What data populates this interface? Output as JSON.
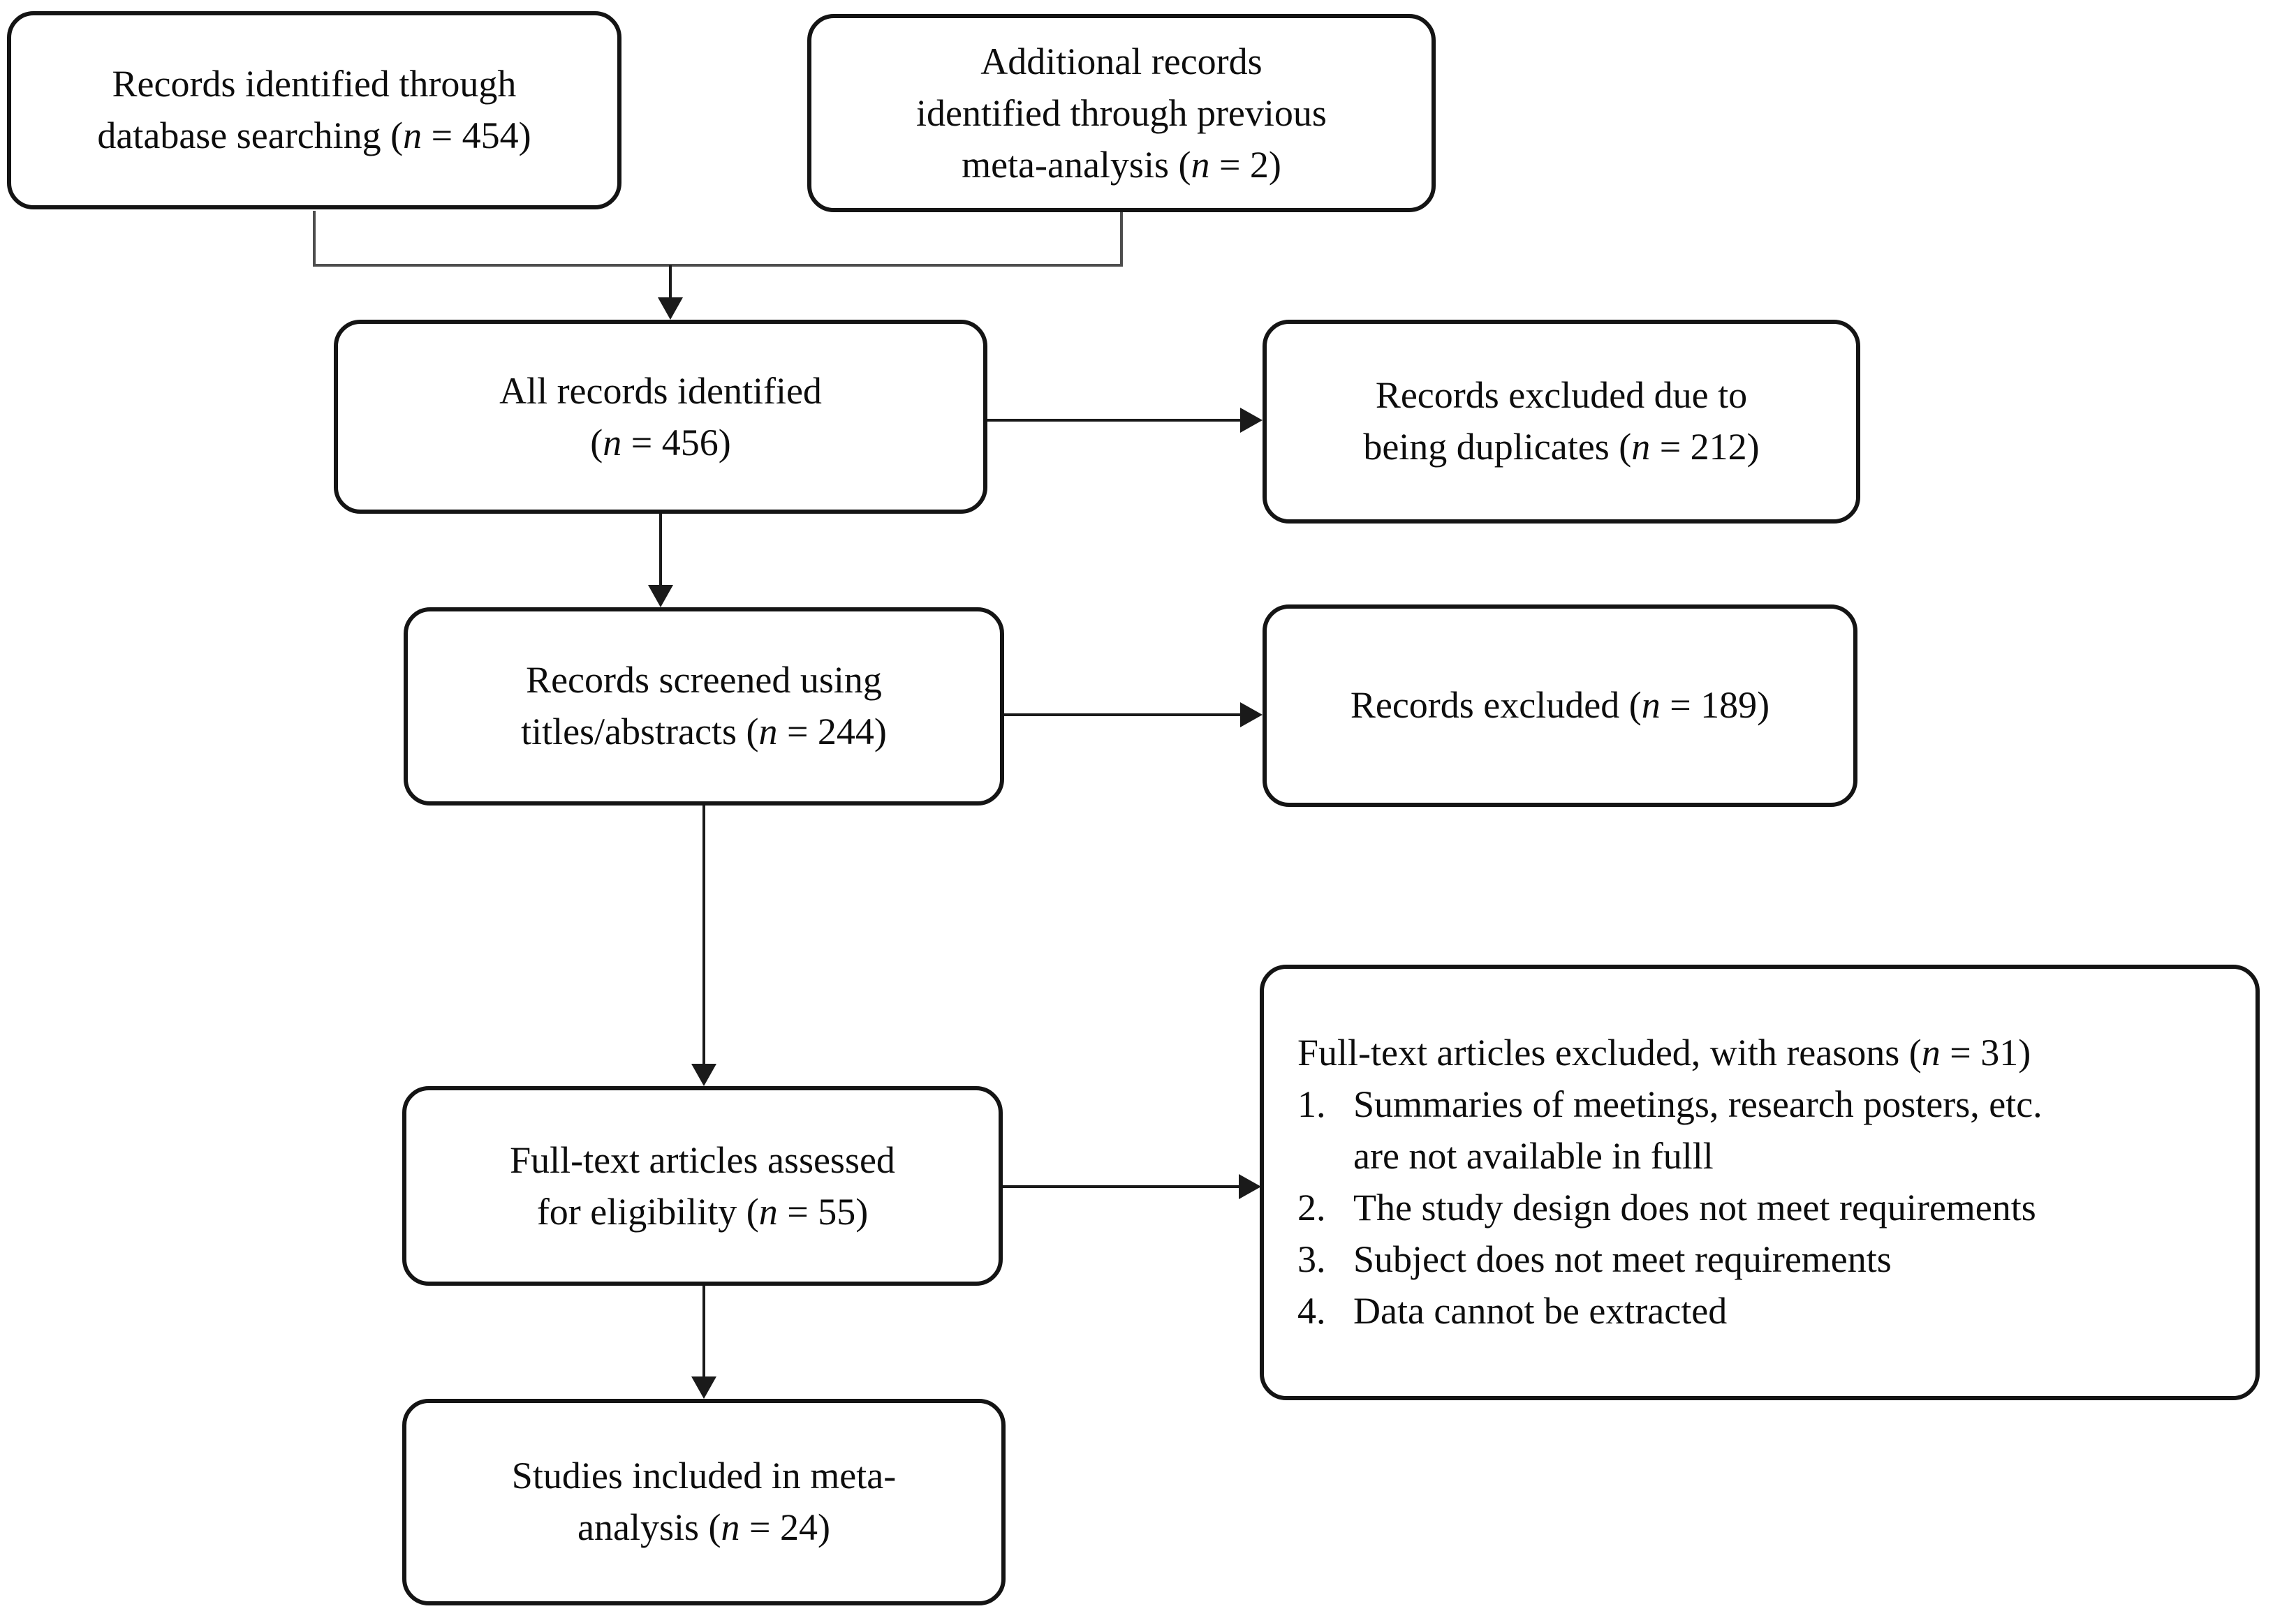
{
  "figure": {
    "type": "prisma-flow-diagram",
    "background": "#ffffff",
    "box_border_color": "#141414",
    "text_color": "#0d0d0d",
    "connector_color": "#4d4d4d",
    "arrow_color": "#1a1a1a"
  },
  "boxes": {
    "db_search": {
      "lines": [
        [
          {
            "t": "Records identified through"
          }
        ],
        [
          {
            "t": "database searching ("
          },
          {
            "t": "n",
            "i": true
          },
          {
            "t": " = 454)"
          }
        ]
      ]
    },
    "prev_meta": {
      "lines": [
        [
          {
            "t": "Additional records"
          }
        ],
        [
          {
            "t": "identified through previous"
          }
        ],
        [
          {
            "t": "meta-analysis ("
          },
          {
            "t": "n",
            "i": true
          },
          {
            "t": " = 2)"
          }
        ]
      ]
    },
    "all_records": {
      "lines": [
        [
          {
            "t": "All records identified"
          }
        ],
        [
          {
            "t": "("
          },
          {
            "t": "n",
            "i": true
          },
          {
            "t": " = 456)"
          }
        ]
      ]
    },
    "duplicates": {
      "lines": [
        [
          {
            "t": "Records excluded due to"
          }
        ],
        [
          {
            "t": "being duplicates ("
          },
          {
            "t": "n",
            "i": true
          },
          {
            "t": " = 212)"
          }
        ]
      ]
    },
    "screened": {
      "lines": [
        [
          {
            "t": "Records screened using"
          }
        ],
        [
          {
            "t": "titles/abstracts ("
          },
          {
            "t": "n",
            "i": true
          },
          {
            "t": " = 244)"
          }
        ]
      ]
    },
    "excluded": {
      "lines": [
        [
          {
            "t": "Records excluded ("
          },
          {
            "t": "n",
            "i": true
          },
          {
            "t": " = 189)"
          }
        ]
      ]
    },
    "fulltext": {
      "lines": [
        [
          {
            "t": "Full-text articles assessed"
          }
        ],
        [
          {
            "t": "for eligibility ("
          },
          {
            "t": "n",
            "i": true
          },
          {
            "t": " = 55)"
          }
        ]
      ]
    },
    "fulltext_excluded": {
      "title": [
        [
          {
            "t": "Full-text articles excluded, with reasons ("
          },
          {
            "t": "n",
            "i": true
          },
          {
            "t": " = 31)"
          }
        ]
      ],
      "reasons": [
        {
          "num": "1.",
          "lines": [
            [
              {
                "t": "Summaries of meetings, research posters, etc."
              }
            ],
            [
              {
                "t": "are not available in fulll"
              }
            ]
          ]
        },
        {
          "num": "2.",
          "lines": [
            [
              {
                "t": "The study design does not meet requirements"
              }
            ]
          ]
        },
        {
          "num": "3.",
          "lines": [
            [
              {
                "t": "Subject does not meet requirements"
              }
            ]
          ]
        },
        {
          "num": "4.",
          "lines": [
            [
              {
                "t": "Data cannot be extracted"
              }
            ]
          ]
        }
      ]
    },
    "included": {
      "lines": [
        [
          {
            "t": "Studies included in meta-"
          }
        ],
        [
          {
            "t": "analysis ("
          },
          {
            "t": "n",
            "i": true
          },
          {
            "t": " = 24)"
          }
        ]
      ]
    }
  }
}
